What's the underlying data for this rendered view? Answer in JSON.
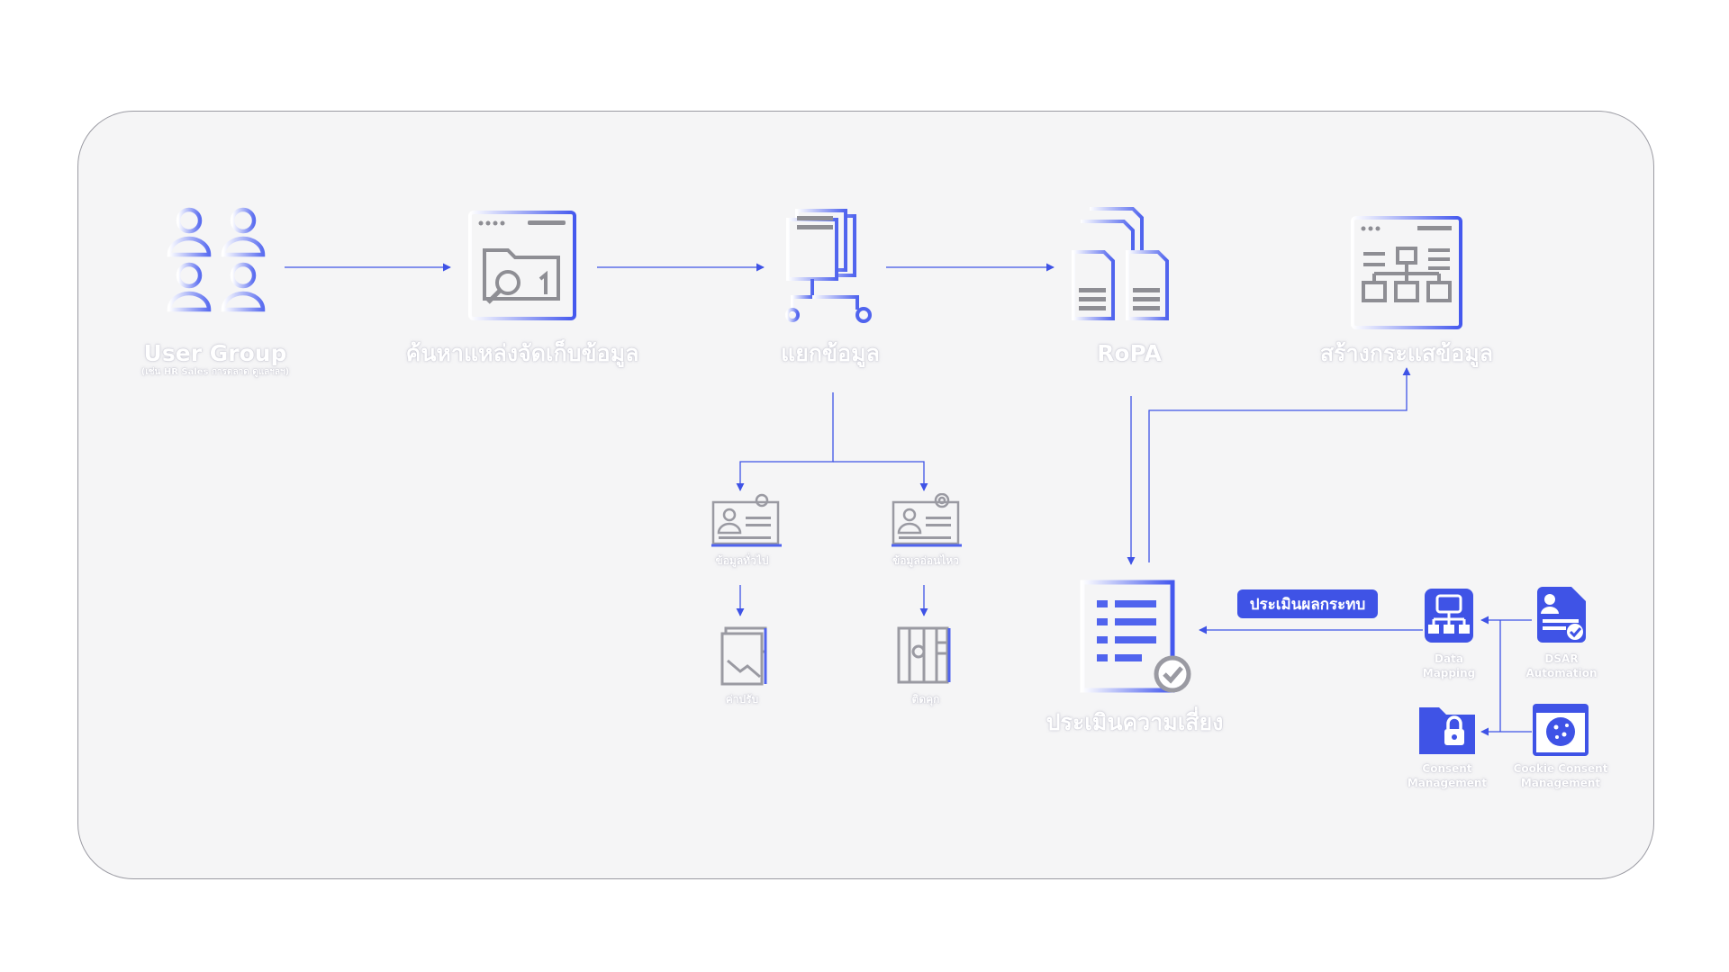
{
  "colors": {
    "accent": "#3f53e6",
    "panel_bg": "#f5f5f6",
    "panel_border": "#9b9ba3",
    "icon_gray": "#8e8e94"
  },
  "nodes": {
    "user_group": {
      "label": "User Group",
      "sub": "(เช่น HR Sales การตลาด ดูแลฯลฯ)",
      "icon": "users-icon"
    },
    "find_sources": {
      "label": "ค้นหาแหล่งจัดเก็บข้อมูล",
      "icon": "folder-search-icon"
    },
    "classify": {
      "label": "แยกข้อมูล",
      "icon": "documents-flow-icon"
    },
    "ropa": {
      "label": "RoPA",
      "icon": "documents-icon"
    },
    "data_flow": {
      "label": "สร้างกระแสข้อมูล",
      "icon": "sitemap-icon"
    },
    "general_data": {
      "label": "ข้อมูลทั่วไป",
      "icon": "id-card-icon"
    },
    "sensitive_data": {
      "label": "ข้อมูลอ่อนไหว",
      "icon": "fingerprint-card-icon"
    },
    "fine": {
      "label": "ค่าปรับ",
      "icon": "money-loss-icon"
    },
    "jail": {
      "label": "ติดคุก",
      "icon": "jail-icon"
    },
    "risk_assessment": {
      "label": "ประเมินความเสี่ยง",
      "icon": "checklist-icon"
    },
    "data_mapping": {
      "label_line1": "Data",
      "label_line2": "Mapping",
      "icon": "data-mapping-icon"
    },
    "dsar": {
      "label_line1": "DSAR",
      "label_line2": "Automation",
      "icon": "dsar-icon"
    },
    "consent": {
      "label_line1": "Consent",
      "label_line2": "Management",
      "icon": "lock-folder-icon"
    },
    "cookie": {
      "label_line1": "Cookie Consent",
      "label_line2": "Management",
      "icon": "cookie-icon"
    }
  },
  "impact_badge": "ประเมินผลกระทบ"
}
